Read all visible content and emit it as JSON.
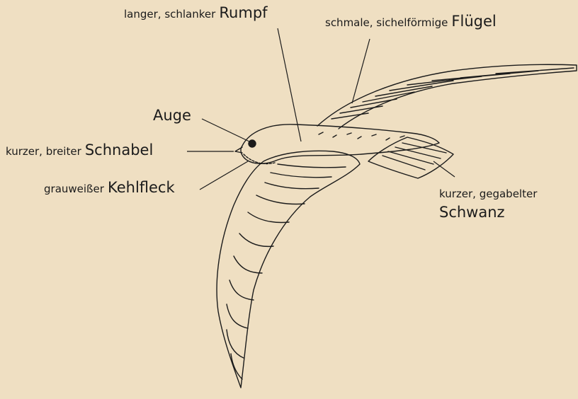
{
  "labels": {
    "rumpf": {
      "prefix": "langer, schlanker",
      "term": "Rumpf"
    },
    "fluegel": {
      "prefix": "schmale, sichelförmige",
      "term": "Flügel"
    },
    "auge": {
      "prefix": "",
      "term": "Auge"
    },
    "schnabel": {
      "prefix": "kurzer, breiter",
      "term": "Schnabel"
    },
    "kehlfleck": {
      "prefix": "grauweißer",
      "term": "Kehlfleck"
    },
    "schwanz": {
      "prefix": "kurzer, gegabelter",
      "term": "Schwanz"
    }
  },
  "colors": {
    "background": "#efdfc2",
    "ink": "#1b1b1b"
  }
}
